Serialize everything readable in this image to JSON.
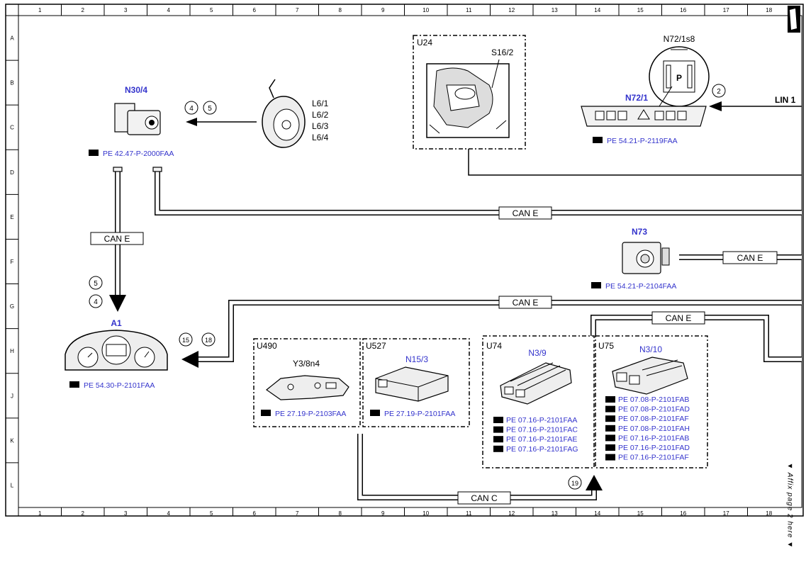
{
  "grid": {
    "columns": [
      "1",
      "2",
      "3",
      "4",
      "5",
      "6",
      "7",
      "8",
      "9",
      "10",
      "11",
      "12",
      "13",
      "14",
      "15",
      "16",
      "17",
      "18"
    ],
    "rows": [
      "A",
      "B",
      "C",
      "D",
      "E",
      "F",
      "G",
      "H",
      "J",
      "K",
      "L"
    ]
  },
  "components": {
    "n30_4": {
      "label": "N30/4",
      "ref": "PE 42.47-P-2000FAA"
    },
    "l6": {
      "labels": [
        "L6/1",
        "L6/2",
        "L6/3",
        "L6/4"
      ]
    },
    "u24": {
      "label": "U24",
      "sublabel": "S16/2"
    },
    "n72_1s8": {
      "label": "N72/1s8"
    },
    "n72_1": {
      "label": "N72/1",
      "ref": "PE 54.21-P-2119FAA"
    },
    "n73": {
      "label": "N73",
      "ref": "PE 54.21-P-2104FAA"
    },
    "a1": {
      "label": "A1",
      "ref": "PE 54.30-P-2101FAA"
    },
    "u490": {
      "label": "U490",
      "sublabel": "Y3/8n4",
      "ref": "PE 27.19-P-2103FAA"
    },
    "u527": {
      "label": "U527",
      "sublabel": "N15/3",
      "ref": "PE 27.19-P-2101FAA"
    },
    "u74": {
      "label": "U74",
      "sublabel": "N3/9",
      "refs": [
        "PE 07.16-P-2101FAA",
        "PE 07.16-P-2101FAC",
        "PE 07.16-P-2101FAE",
        "PE 07.16-P-2101FAG"
      ]
    },
    "u75": {
      "label": "U75",
      "sublabel": "N3/10",
      "refs": [
        "PE 07.08-P-2101FAB",
        "PE 07.08-P-2101FAD",
        "PE 07.08-P-2101FAF",
        "PE 07.08-P-2101FAH",
        "PE 07.16-P-2101FAB",
        "PE 07.16-P-2101FAD",
        "PE 07.16-P-2101FAF"
      ]
    }
  },
  "buses": {
    "can_e": "CAN E",
    "can_c": "CAN C",
    "lin1": "LIN 1"
  },
  "markers": {
    "m4": "4",
    "m5": "5",
    "m2": "2",
    "m15": "15",
    "m18": "18",
    "m19": "19"
  },
  "affix_note": "▼ Affix page 2 here ▼",
  "colors": {
    "link_blue": "#3333cc",
    "line": "#000000"
  }
}
